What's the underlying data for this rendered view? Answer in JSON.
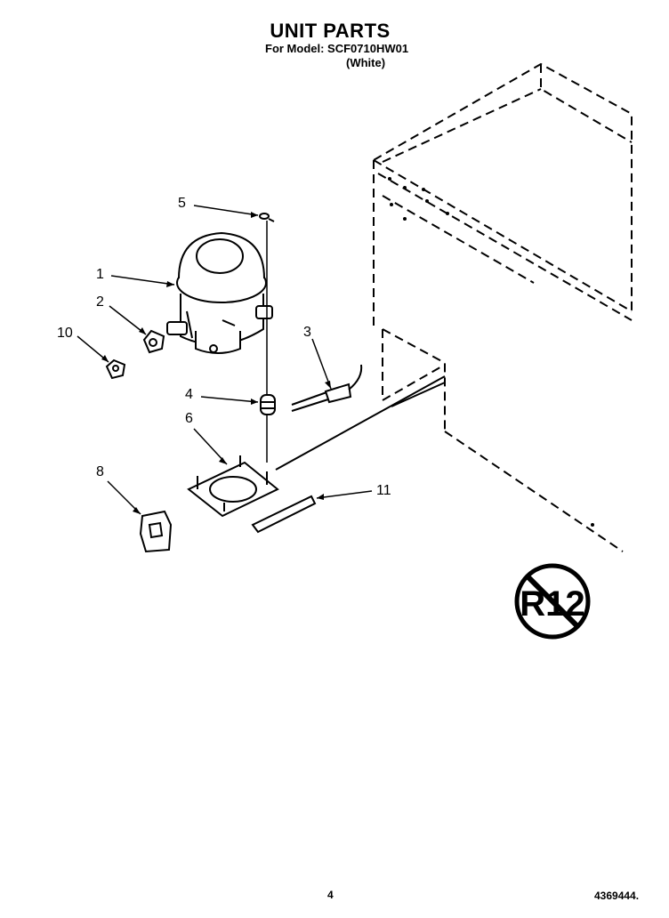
{
  "header": {
    "title": "UNIT PARTS",
    "model_line": "For Model: SCF0710HW01",
    "color_line": "(White)"
  },
  "callouts": [
    {
      "id": "c1",
      "label": "1"
    },
    {
      "id": "c2",
      "label": "2"
    },
    {
      "id": "c3",
      "label": "3"
    },
    {
      "id": "c4",
      "label": "4"
    },
    {
      "id": "c5",
      "label": "5"
    },
    {
      "id": "c6",
      "label": "6"
    },
    {
      "id": "c8",
      "label": "8"
    },
    {
      "id": "c10",
      "label": "10"
    },
    {
      "id": "c11",
      "label": "11"
    }
  ],
  "badge": {
    "text": "R12"
  },
  "footer": {
    "page_number": "4",
    "document_number": "4369444."
  }
}
